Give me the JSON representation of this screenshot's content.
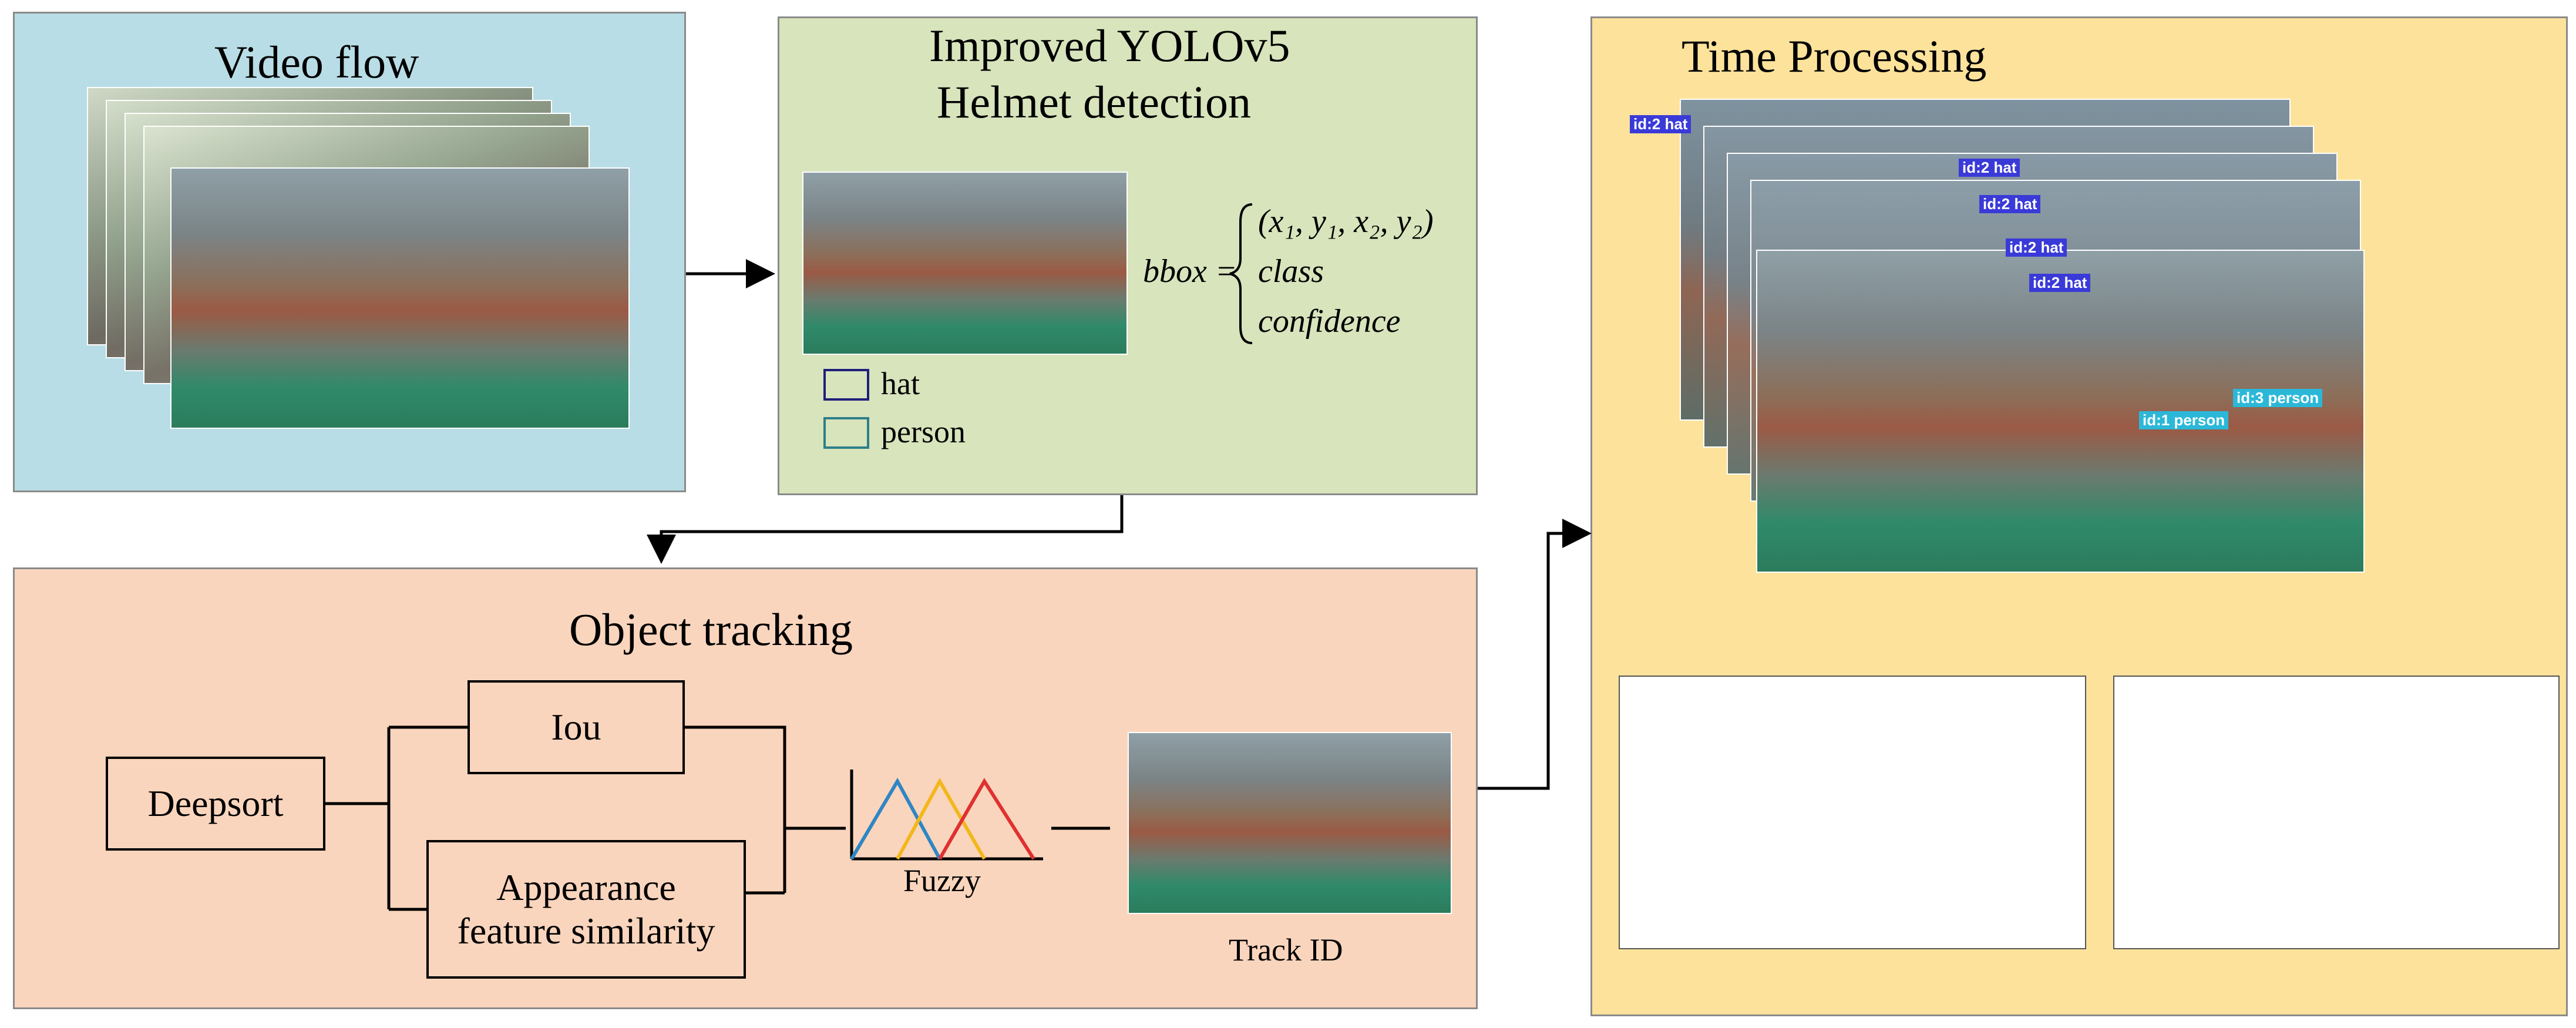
{
  "video_flow": {
    "title": "Video flow"
  },
  "yolo": {
    "title_line1": "Improved YOLOv5",
    "title_line2": "Helmet detection",
    "formula_lhs": "bbox =",
    "formula_row1": "(x₁, y₁, x₂, y₂)",
    "formula_row2": "class",
    "formula_row3": "confidence",
    "legend": [
      {
        "label": "hat",
        "color": "#1f1f7a"
      },
      {
        "label": "person",
        "color": "#2e7f8a"
      }
    ]
  },
  "tracking": {
    "title": "Object tracking",
    "deepsort": "Deepsort",
    "iou": "Iou",
    "appearance_line1": "Appearance",
    "appearance_line2": "feature similarity",
    "fuzzy": "Fuzzy",
    "track_id": "Track ID",
    "fuzzy_colors": [
      "#2f86c4",
      "#f2b71b",
      "#e03030"
    ]
  },
  "time_processing": {
    "title": "Time Processing",
    "detections": [
      "id:2 hat",
      "id:2 hat",
      "id:2 hat",
      "id:2 hat",
      "id:2 hat",
      "id:3 person",
      "id:1 person"
    ]
  },
  "colors": {
    "video_bg": "#b8dde6",
    "yolo_bg": "#d8e4bc",
    "tracking_bg": "#fad5bd",
    "time_bg": "#fde29b"
  }
}
